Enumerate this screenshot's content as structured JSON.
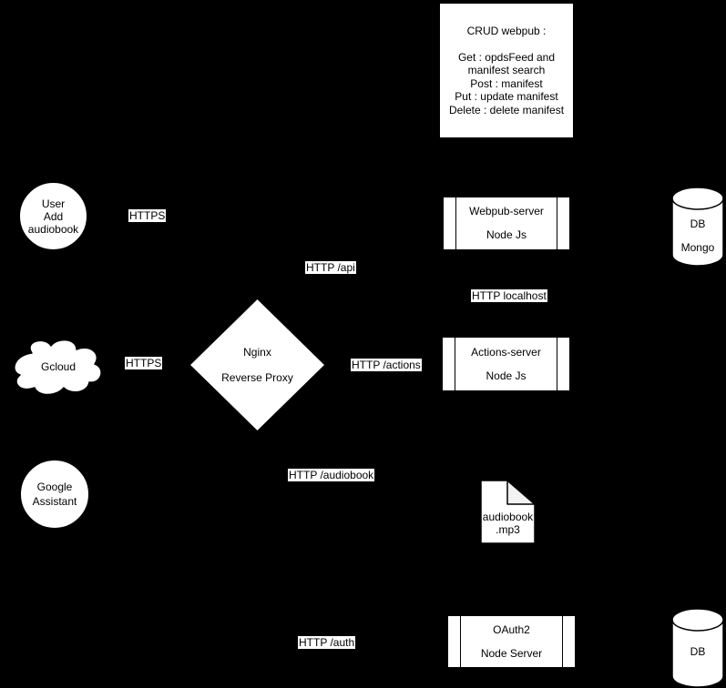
{
  "diagram": {
    "title": "Audiobook webpub architecture diagram",
    "colors": {
      "background": "#000000",
      "shape_fill": "#ffffff",
      "shape_stroke": "#000000",
      "text": "#000000",
      "fold_fill": "#f2f2f2"
    }
  },
  "nodes": {
    "crud_box": {
      "text": "CRUD webpub :\n\nGet : opdsFeed and\nmanifest search\nPost : manifest\nPut : update manifest\nDelete : delete manifest"
    },
    "user_circle": {
      "text": "User\nAdd\naudiobook"
    },
    "gcloud_cloud": {
      "text": "Gcloud"
    },
    "google_assistant_circle": {
      "text": "Google\nAssistant"
    },
    "nginx_diamond": {
      "text": "Nginx\n\nReverse Proxy"
    },
    "webpub_server_box": {
      "text": "Webpub-server\n\nNode Js"
    },
    "actions_server_box": {
      "text": "Actions-server\n\nNode Js"
    },
    "oauth_server_box": {
      "text": "OAuth2\n\nNode Server"
    },
    "db_mongo_cylinder": {
      "text": "DB\n\nMongo"
    },
    "db_bottom_cylinder": {
      "text": "DB"
    },
    "audiobook_file": {
      "text": "audiobook\n.mp3"
    }
  },
  "labels": {
    "https_user": "HTTPS",
    "https_gcloud": "HTTPS",
    "http_api": "HTTP /api",
    "http_localhost": "HTTP localhost",
    "http_actions": "HTTP /actions",
    "http_audiobook": "HTTP /audiobook",
    "http_auth": "HTTP /auth"
  }
}
